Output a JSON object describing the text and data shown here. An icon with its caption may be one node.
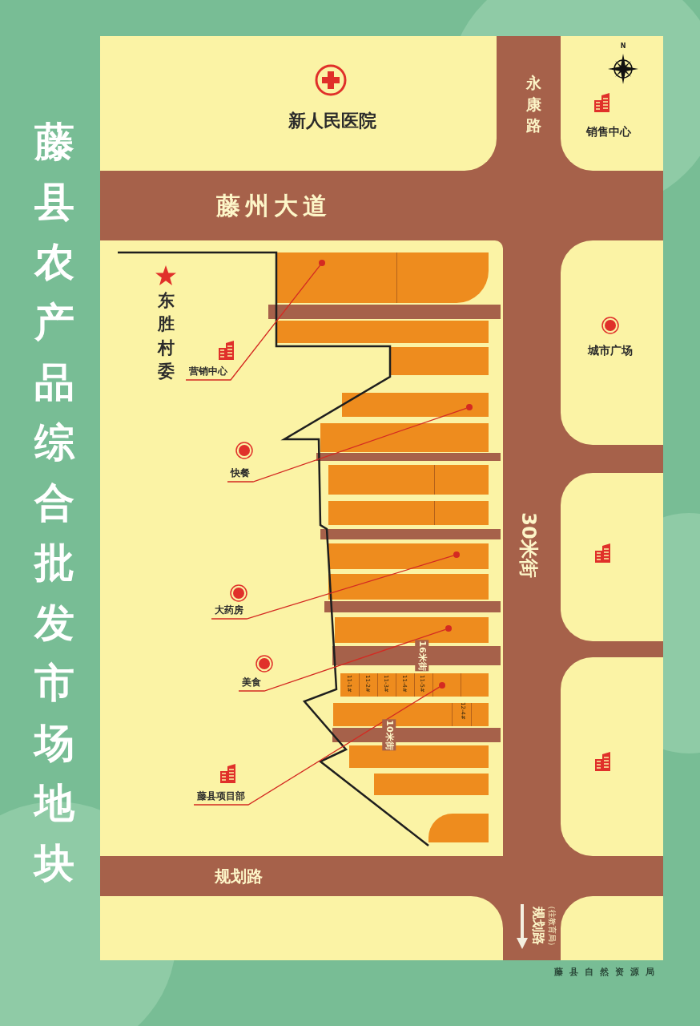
{
  "diagram": {
    "title": "藤县农产品综合批发市场地块",
    "nodes": [
      {
        "text": [
          "营销中心"
        ]
      },
      {
        "text": [],
        "shape": "circle"
      },
      {
        "text": [
          "快餐"
        ]
      },
      {
        "text": [],
        "shape": "circle"
      },
      {
        "text": [
          "大药房"
        ]
      },
      {
        "text": [],
        "shape": "circle"
      },
      {
        "text": [
          "美食"
        ]
      },
      {
        "text": [],
        "shape": "circle"
      },
      {
        "text": [
          "藤县项目部"
        ]
      },
      {
        "text": [],
        "shape": "circle"
      }
    ],
    "edges": [
      {
        "from": 0,
        "to": 1,
        "arrow": "none"
      },
      {
        "from": 2,
        "to": 3,
        "arrow": "none"
      },
      {
        "from": 4,
        "to": 5,
        "arrow": "none"
      },
      {
        "from": 6,
        "to": 7,
        "arrow": "none"
      },
      {
        "from": 8,
        "to": 9,
        "arrow": "none"
      }
    ],
    "labels": [
      "新人民医院",
      "永康路",
      "N",
      "销售中心",
      "藤州大道",
      "东胜村委",
      "城市广场",
      "30米街",
      "16米街",
      "11-1#",
      "11-2#",
      "11-3#",
      "11-4#",
      "11-5#",
      "12-4#",
      "10米街",
      "规划路",
      "规划路",
      "（往教育局）",
      "藤县自然资源局"
    ]
  }
}
